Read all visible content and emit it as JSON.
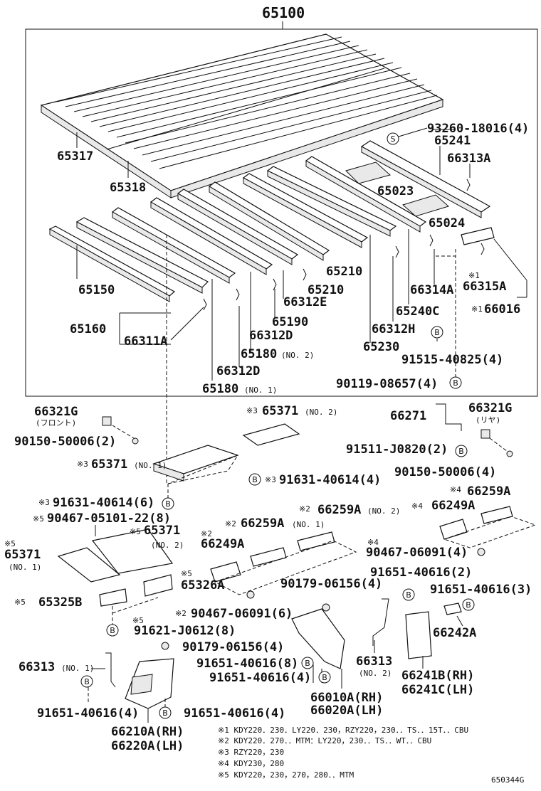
{
  "labels": {
    "p65100": "65100",
    "p93260": "93260-18016(4)",
    "p65241": "65241",
    "p66313A": "66313A",
    "p65317": "65317",
    "p65318": "65318",
    "p65023": "65023",
    "p65024": "65024",
    "p65150": "65150",
    "p65210a": "65210",
    "p65210b": "65210",
    "p66314A": "66314A",
    "p66315A": "66315A",
    "p66016": "66016",
    "p65160": "65160",
    "p66311A": "66311A",
    "p66312E": "66312E",
    "p65240C": "65240C",
    "p65190": "65190",
    "p66312H": "66312H",
    "p66312D_a": "66312D",
    "p65230": "65230",
    "p65180_2": "65180",
    "p91515": "91515-40825(4)",
    "p66312D_b": "66312D",
    "p90119": "90119-08657(4)",
    "p65180_1": "65180",
    "p66321G_l": "66321G",
    "p66321G_r": "66321G",
    "p65371_n2_top": "65371",
    "p66271": "66271",
    "p90150_l": "90150-50006(2)",
    "p91511": "91511-J0820(2)",
    "p65371_n1_top": "65371",
    "p90150_r": "90150-50006(4)",
    "p91631_a": "91631-40614(4)",
    "p66259A_r": "66259A",
    "p91631_b": "91631-40614(6)",
    "p66249A_r": "66249A",
    "p90467_05101": "90467-05101-22(8)",
    "p66259A_n2": "66259A",
    "p65371_n2_mid": "65371",
    "p66259A_n1": "66259A",
    "p66249A_l": "66249A",
    "p65371_n1_mid": "65371",
    "p90467_06091_4": "90467-06091(4)",
    "p91651_2": "91651-40616(2)",
    "p65326A": "65326A",
    "p90179_4a": "90179-06156(4)",
    "p91651_3": "91651-40616(3)",
    "p65325B": "65325B",
    "p90467_06091_6": "90467-06091(6)",
    "p66242A": "66242A",
    "p91621": "91621-J0612(8)",
    "p90179_4b": "90179-06156(4)",
    "p66313_n1": "66313",
    "p91651_8": "91651-40616(8)",
    "p66313_n2": "66313",
    "p91651_4a": "91651-40616(4)",
    "p66241B": "66241B(RH)",
    "p66241C": "66241C(LH)",
    "p91651_4b": "91651-40616(4)",
    "p91651_4c": "91651-40616(4)",
    "p66010A": "66010A(RH)",
    "p66020A": "66020A(LH)",
    "p66210A": "66210A(RH)",
    "p66220A": "66220A(LH)"
  },
  "small": {
    "front": "(フロント)",
    "rear": "(リヤ)",
    "no1": "(NO. 1)",
    "no2": "(NO. 2)"
  },
  "marks": {
    "m1": "※1",
    "m2": "※2",
    "m3": "※3",
    "m4": "※4",
    "m5": "※5"
  },
  "bolt_symbols": {
    "B": "B",
    "S": "S"
  },
  "footnotes": [
    "※1 KDY220．230．LY220．230，RZY220，230．．TS．．15T．．CBU",
    "※2 KDY220．270．．MTM：LY220，230．．TS．．WT．．CBU",
    "※3 RZY220，230",
    "※4 KDY230，280",
    "※5 KDY220，230，270，280．．MTM"
  ],
  "diagram_code": "650344G"
}
